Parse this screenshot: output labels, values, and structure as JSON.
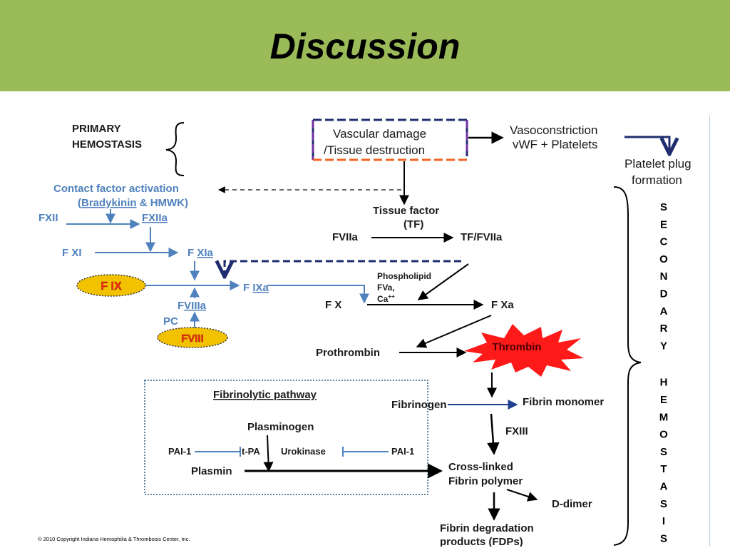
{
  "title": "Discussion",
  "copyright": "© 2010 Copyright Indiana Hemophilia & Thrombosis Center, Inc.",
  "primary": {
    "label_line1": "PRIMARY",
    "label_line2": "HEMOSTASIS"
  },
  "vascular": {
    "line1": "Vascular damage",
    "line2": "/Tissue destruction"
  },
  "vasoconstriction": {
    "line1": "Vasoconstriction",
    "line2": "vWF + Platelets"
  },
  "platelet_plug": {
    "line1": "Platelet plug",
    "line2": "formation"
  },
  "intrinsic": {
    "contact": "Contact factor activation",
    "bradykinin_open": "(",
    "bradykinin_word": "Bradykinin",
    "bradykinin_rest": " & HMWK)",
    "fxii": "FXII",
    "fxiia": "FXIIa",
    "fxi": "F XI",
    "fxia_prefix": "F ",
    "fxia_word": "XIa",
    "fix": "F IX",
    "fixa_prefix": "F ",
    "fixa_word": "IXa",
    "fviiia_prefix": "F",
    "fviiia_word": "VIIIa",
    "pc": "PC",
    "fviii": "FVIII"
  },
  "extrinsic": {
    "tissue_factor": "Tissue factor",
    "tf": "(TF)",
    "fviia": "FVIIa",
    "tf_fviia": "TF/FVIIa",
    "phospholipid": "Phospholipid",
    "fva": "FVa,",
    "ca": "Ca",
    "ca_sup": "++"
  },
  "common": {
    "fx": "F X",
    "fxa": "F Xa",
    "prothrombin": "Prothrombin",
    "thrombin": "Thrombin",
    "fibrinogen": "Fibrinogen",
    "fibrin_monomer": "Fibrin monomer",
    "fxiii": "FXIII",
    "crosslinked_line1": "Cross-linked",
    "crosslinked_line2": "Fibrin polymer",
    "ddimer": "D-dimer",
    "fdp_line1": "Fibrin degradation",
    "fdp_line2": "products (FDPs)"
  },
  "fibrinolytic": {
    "title": "Fibrinolytic pathway",
    "plasminogen": "Plasminogen",
    "pai1_left": "PAI-1",
    "tpa": "t-PA",
    "urokinase": "Urokinase",
    "pai1_right": "PAI-1",
    "plasmin": "Plasmin"
  },
  "secondary_letters": [
    "S",
    "E",
    "C",
    "O",
    "N",
    "D",
    "A",
    "R",
    "Y",
    "H",
    "E",
    "M",
    "O",
    "S",
    "T",
    "A",
    "S",
    "I",
    "S"
  ],
  "colors": {
    "header": "#9bbb59",
    "intrinsic_blue": "#4f81bd",
    "factor_oval": "#f2c200",
    "factor_text": "#ff2a1a",
    "thrombin_burst": "#ff1a1a",
    "dashed_purple": "#7030a0",
    "dashed_navy": "#1f2d6e",
    "dashed_orange": "#f26522"
  }
}
